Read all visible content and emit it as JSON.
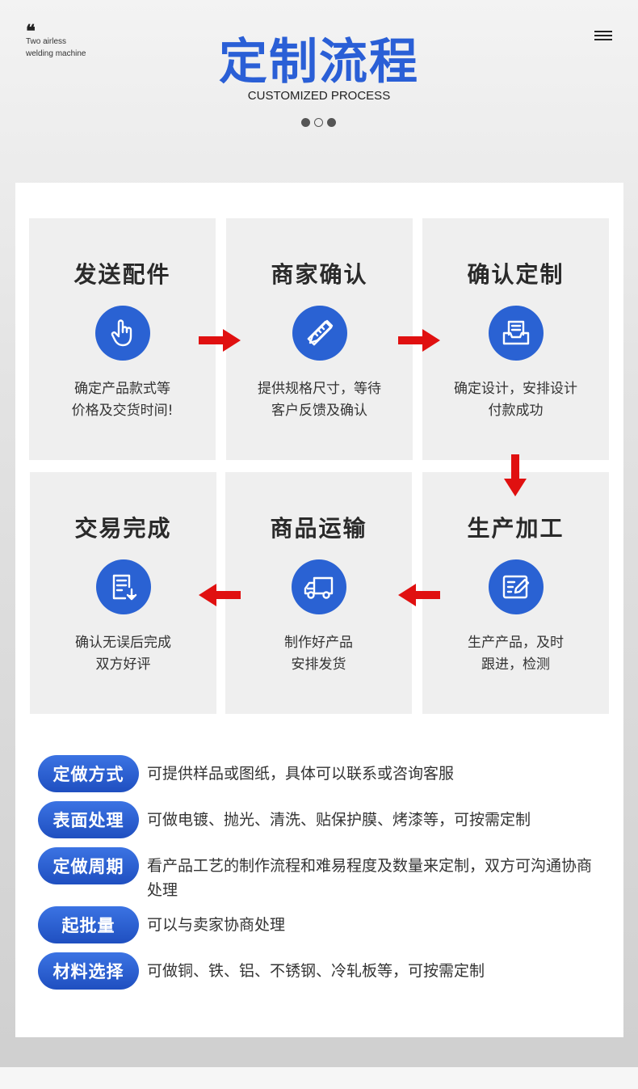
{
  "header": {
    "quote_mark": "❝",
    "brand_line1": "Two airless",
    "brand_line2": "welding machine",
    "title": "定制流程",
    "subtitle": "CUSTOMIZED PROCESS",
    "menu_icon": "hamburger-menu-icon"
  },
  "colors": {
    "accent": "#2a5fd6",
    "arrow": "#e01010",
    "card": "#efefef"
  },
  "steps": [
    {
      "title": "发送配件",
      "icon": "hand-pointer-icon",
      "line1": "确定产品款式等",
      "line2": "价格及交货时间!"
    },
    {
      "title": "商家确认",
      "icon": "ruler-pencil-icon",
      "line1": "提供规格尺寸，等待",
      "line2": "客户反馈及确认"
    },
    {
      "title": "确认定制",
      "icon": "document-tray-icon",
      "line1": "确定设计，安排设计",
      "line2": "付款成功"
    },
    {
      "title": "生产加工",
      "icon": "edit-form-icon",
      "line1": "生产产品，及时",
      "line2": "跟进，检测"
    },
    {
      "title": "商品运输",
      "icon": "delivery-truck-icon",
      "line1": "制作好产品",
      "line2": "安排发货"
    },
    {
      "title": "交易完成",
      "icon": "document-download-icon",
      "line1": "确认无误后完成",
      "line2": "双方好评"
    }
  ],
  "specs": [
    {
      "label": "定做方式",
      "text": "可提供样品或图纸，具体可以联系或咨询客服"
    },
    {
      "label": "表面处理",
      "text": "可做电镀、抛光、清洗、贴保护膜、烤漆等，可按需定制"
    },
    {
      "label": "定做周期",
      "text": "看产品工艺的制作流程和难易程度及数量来定制，双方可沟通协商处理"
    },
    {
      "label": "起批量",
      "text": "可以与卖家协商处理"
    },
    {
      "label": "材料选择",
      "text": "可做铜、铁、铝、不锈钢、冷轧板等，可按需定制"
    }
  ]
}
